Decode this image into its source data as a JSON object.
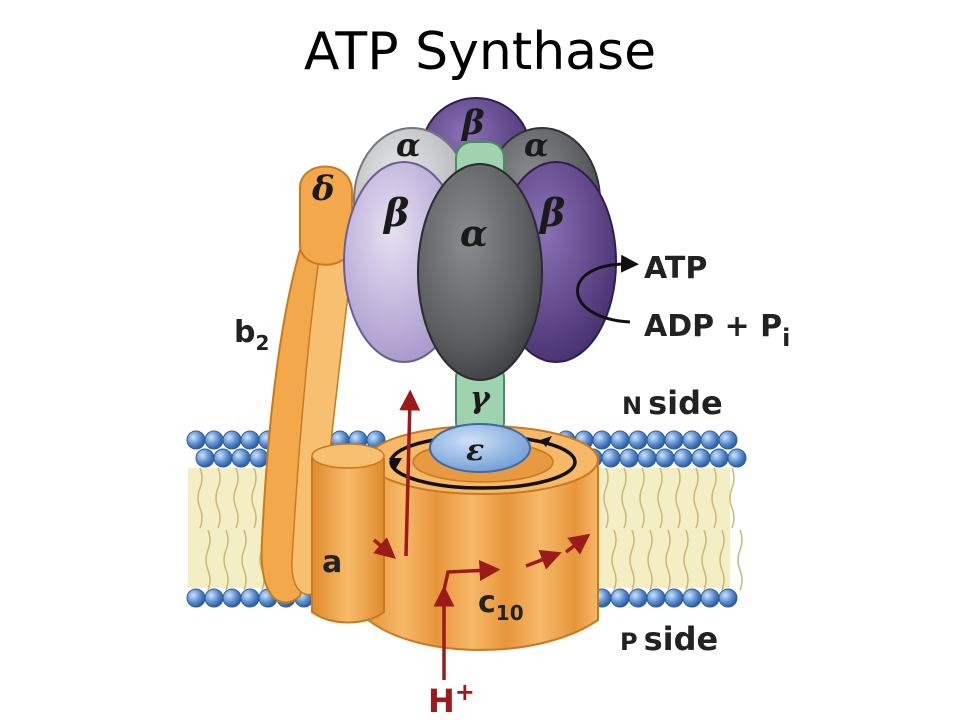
{
  "title": "ATP Synthase",
  "labels": {
    "alpha": "α",
    "beta": "β",
    "delta": "δ",
    "gamma": "γ",
    "epsilon": "ε",
    "b": "b",
    "b_sub": "2",
    "a": "a",
    "c": "c",
    "c_sub": "10",
    "atp": "ATP",
    "adp": "ADP + P",
    "adp_sub": "i",
    "n_side_prefix": "N",
    "n_side_word": "side",
    "p_side_prefix": "P",
    "p_side_word": "side",
    "proton": "H",
    "proton_sup": "+"
  },
  "colors": {
    "alpha_gray": "#5b5d61",
    "beta_light": "#c9bde0",
    "beta_dark": "#5a3f8c",
    "stalk_green": "#9fd3b0",
    "epsilon_blue": "#8fb7e6",
    "orange": "#f2a64a",
    "proton_arrow": "#9b1b1b",
    "head_blue": "#5b8fd1"
  }
}
